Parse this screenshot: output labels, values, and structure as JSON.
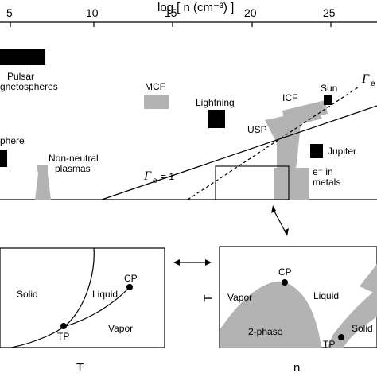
{
  "axis": {
    "title": "log [ n (cm⁻³) ]",
    "ticks": [
      "5",
      "10",
      "15",
      "20",
      "25"
    ]
  },
  "regions": {
    "pulsar_line1": "Pulsar",
    "pulsar_line2": "gnetospheres",
    "mcf": "MCF",
    "lightning": "Lightning",
    "icf": "ICF",
    "sun": "Sun",
    "sphere": "phere",
    "usp": "USP",
    "jupiter": "Jupiter",
    "non_neutral_line1": "Non-neutral",
    "non_neutral_line2": "plasmas",
    "gamma_e_1": "Γ",
    "gamma_e_1_sub": "e",
    "gamma_e_1_eq": "= 1",
    "gamma_top": "Γ",
    "gamma_top_sub": "e",
    "electrons_line1": "e⁻ in",
    "electrons_line2": "metals"
  },
  "left_panel": {
    "solid": "Solid",
    "liquid": "Liquid",
    "cp": "CP",
    "tp": "TP",
    "vapor": "Vapor",
    "xlabel": "T"
  },
  "right_panel": {
    "vapor": "Vapor",
    "cp": "CP",
    "liquid": "Liquid",
    "two_phase": "2-phase",
    "tp": "TP",
    "solid": "Solid",
    "ylabel": "T",
    "xlabel": "n"
  },
  "colors": {
    "fill_gray": "#b3b3b3",
    "fill_black": "#000000"
  }
}
